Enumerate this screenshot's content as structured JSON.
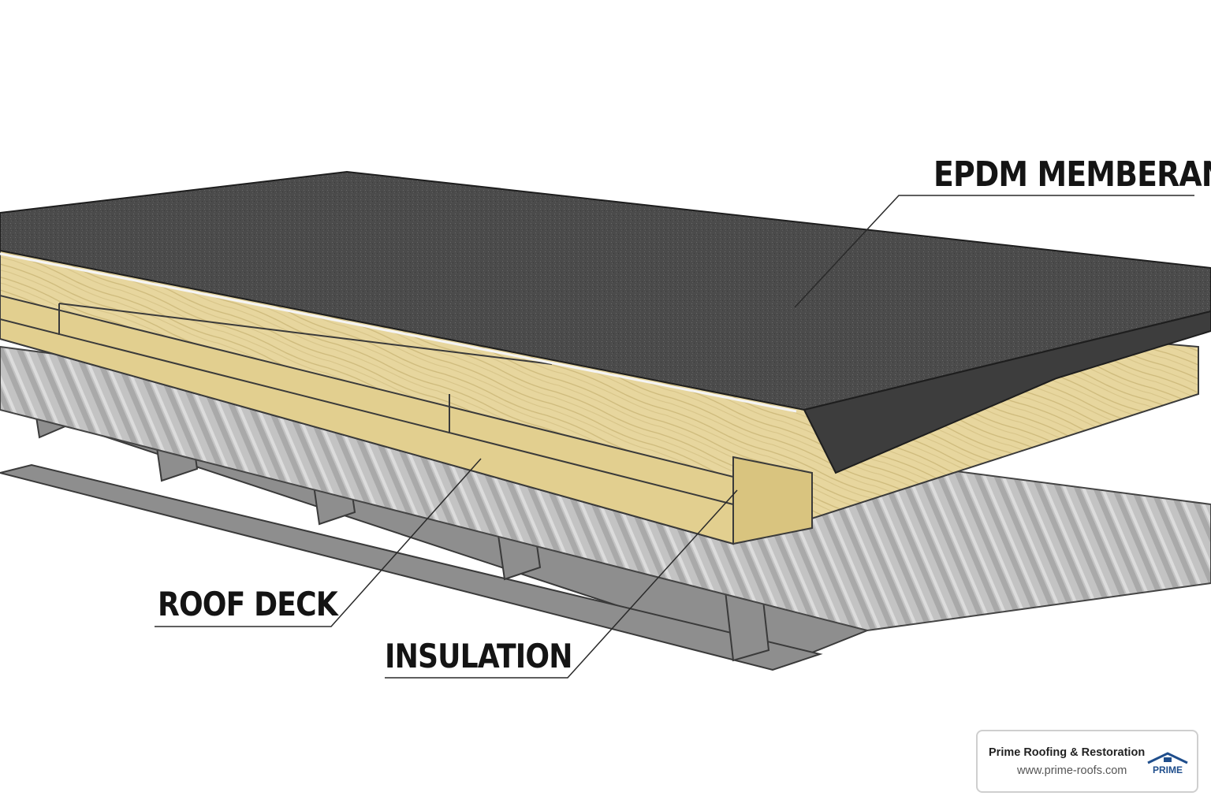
{
  "labels": {
    "epdm": "EPDM MEMBERANE",
    "roof_deck": "ROOF DECK",
    "insulation": "INSULATION"
  },
  "brand": {
    "name": "Prime Roofing & Restoration",
    "url": "www.prime-roofs.com",
    "logo_text": "PRIME",
    "logo_color": "#1f4e8c"
  },
  "colors": {
    "membrane": "#4a4a4a",
    "insulation": "#e6d49a",
    "deck": "#b4b4b4",
    "steel": "#8a8a8a"
  }
}
